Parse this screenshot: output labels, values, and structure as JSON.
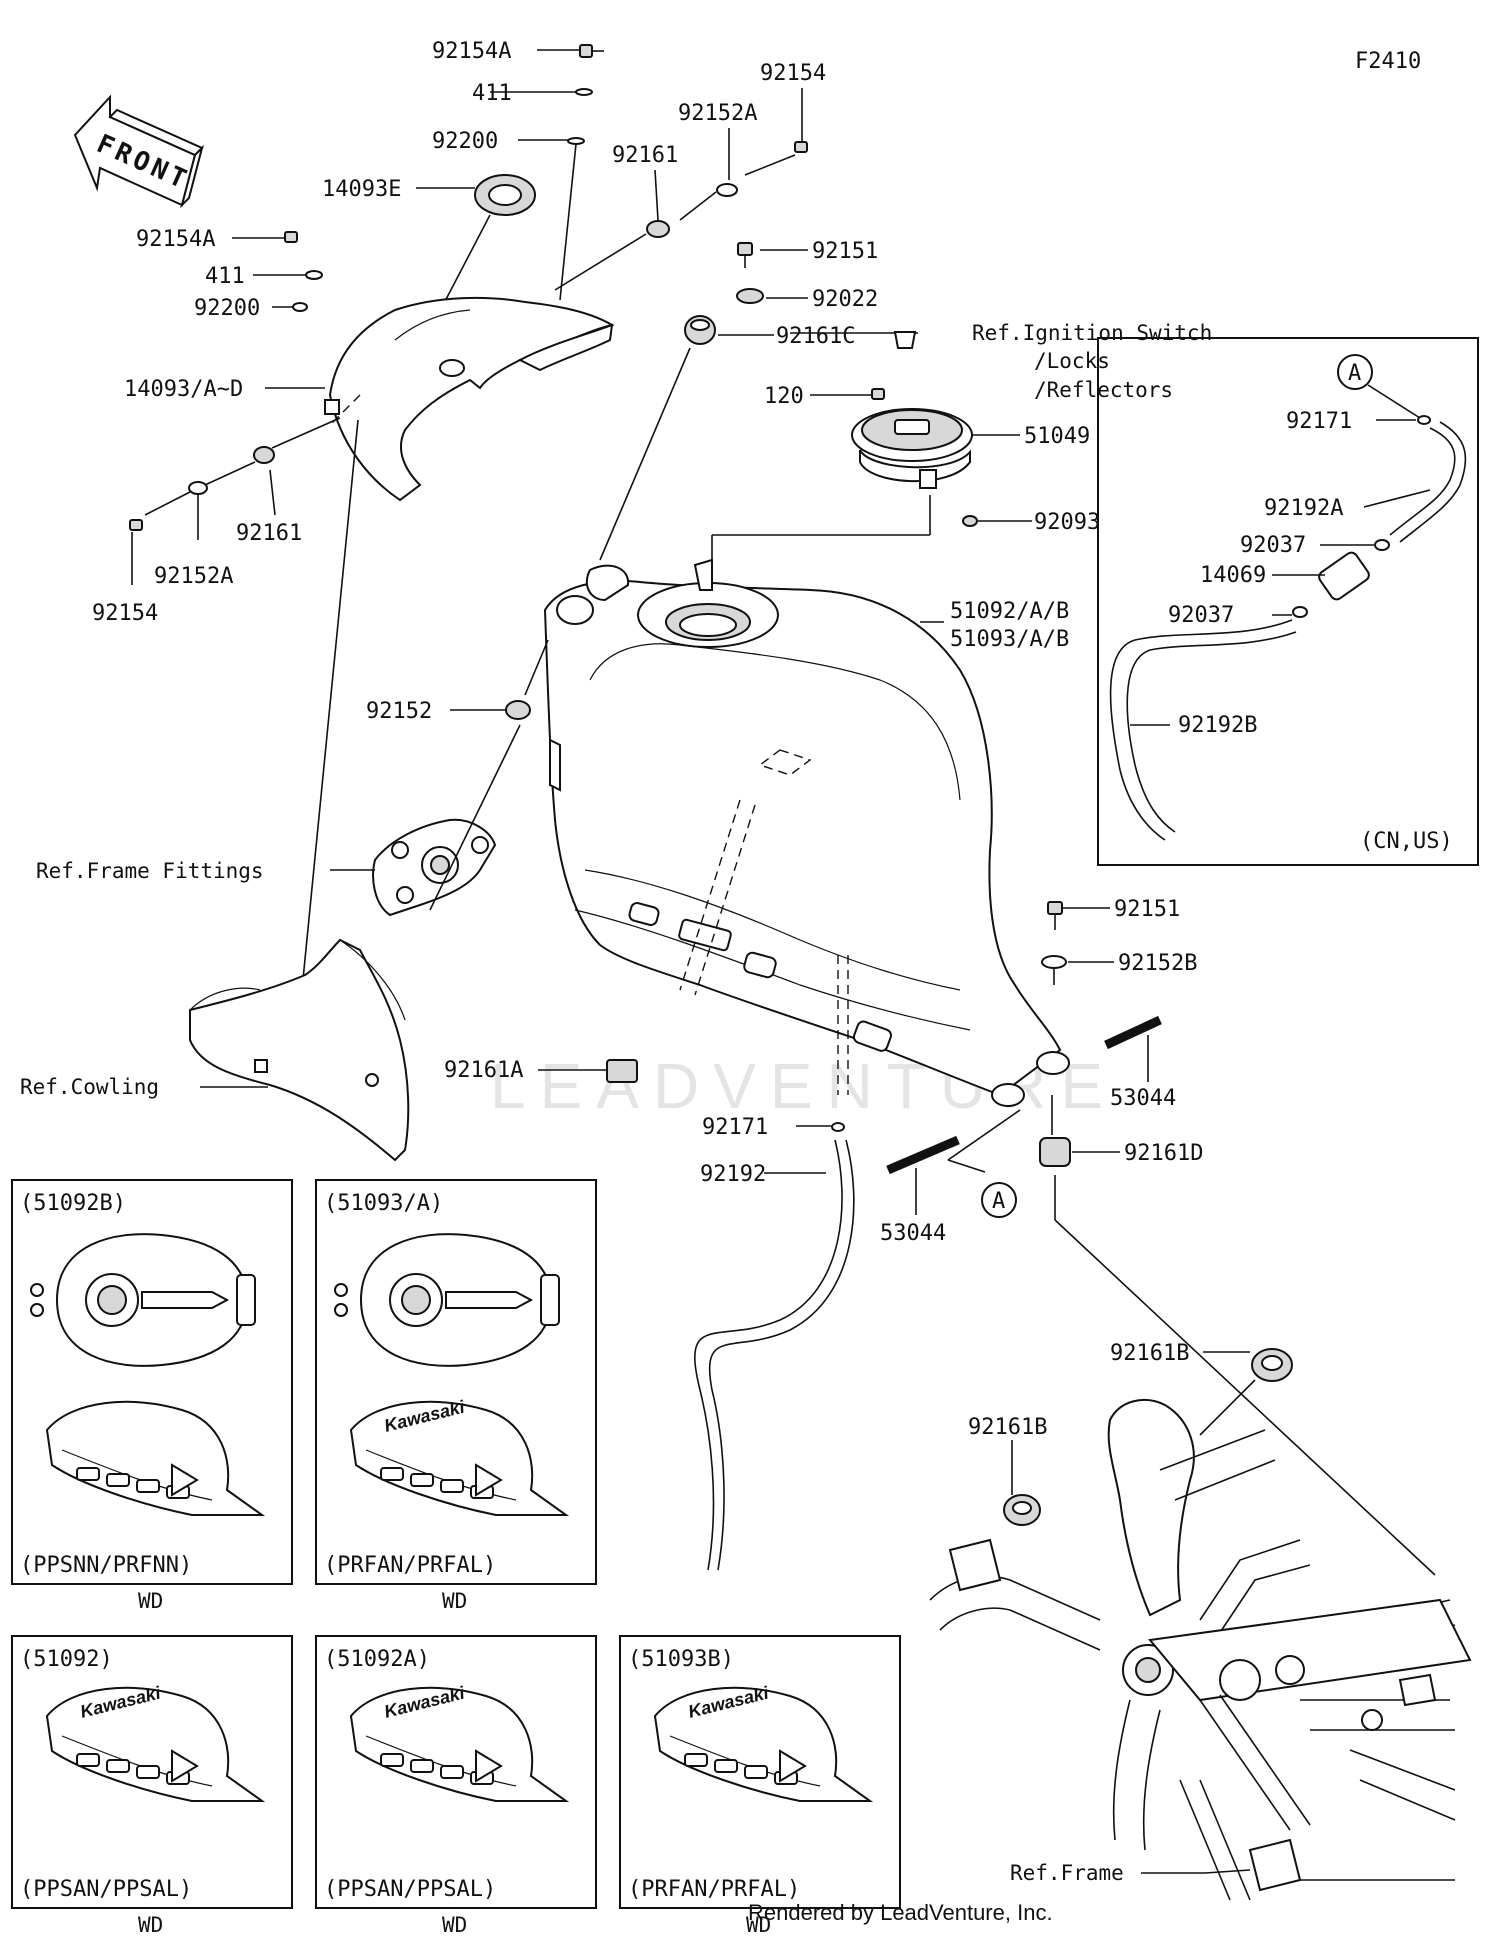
{
  "diagram": {
    "code": "F2410",
    "front_label": "FRONT",
    "credit": "Rendered by LeadVenture, Inc.",
    "watermark": "LEADVENTURE",
    "labels": {
      "p92154A_top": "92154A",
      "p411_top": "411",
      "p92200_top": "92200",
      "p92154_right": "92154",
      "p92152A_right": "92152A",
      "p92161_top": "92161",
      "p14093E": "14093E",
      "p92154A_left": "92154A",
      "p411_left": "411",
      "p92200_left": "92200",
      "p14093AD": "14093/A~D",
      "p92161_left": "92161",
      "p92152A_left": "92152A",
      "p92154_left": "92154",
      "p92151_top": "92151",
      "p92022": "92022",
      "p92161C": "92161C",
      "ref_ignition_1": "Ref.Ignition Switch",
      "ref_ignition_2": "/Locks",
      "ref_ignition_3": "/Reflectors",
      "p120": "120",
      "p51049": "51049",
      "p92093": "92093",
      "p51092": "51092/A/B",
      "p51093": "51093/A/B",
      "p92152": "92152",
      "ref_frame_fittings": "Ref.Frame Fittings",
      "ref_cowling": "Ref.Cowling",
      "p92161A": "92161A",
      "p92171_mid": "92171",
      "p92192": "92192",
      "p53044_bottom": "53044",
      "p53044_right": "53044",
      "p92151_mid": "92151",
      "p92152B": "92152B",
      "p92161D": "92161D",
      "p92161B_right": "92161B",
      "p92161B_left": "92161B",
      "ref_frame": "Ref.Frame",
      "callout_A_mid": "A",
      "inset": {
        "callout_A": "A",
        "p92171": "92171",
        "p92192A": "92192A",
        "p92037_top": "92037",
        "p14069": "14069",
        "p92037_bottom": "92037",
        "p92192B": "92192B",
        "region": "(CN,US)"
      }
    },
    "variants": [
      {
        "code": "(51092B)",
        "colors": "(PPSNN/PRFNN)",
        "note": "WD",
        "logo": ""
      },
      {
        "code": "(51093/A)",
        "colors": "(PRFAN/PRFAL)",
        "note": "WD",
        "logo": "Kawasaki"
      },
      {
        "code": "(51092)",
        "colors": "(PPSAN/PPSAL)",
        "note": "WD",
        "logo": "Kawasaki"
      },
      {
        "code": "(51092A)",
        "colors": "(PPSAN/PPSAL)",
        "note": "WD",
        "logo": "Kawasaki"
      },
      {
        "code": "(51093B)",
        "colors": "(PRFAN/PRFAL)",
        "note": "WD",
        "logo": "Kawasaki"
      }
    ],
    "variant_kawasaki_logo": "Kawasaki"
  }
}
